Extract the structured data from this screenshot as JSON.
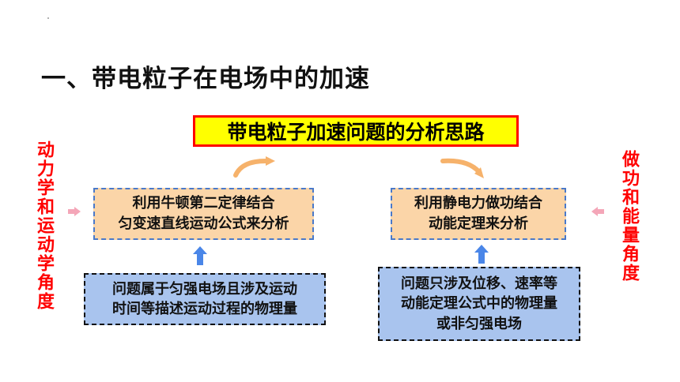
{
  "heading": "一、带电粒子在电场中的加速",
  "title": "带电粒子加速问题的分析思路",
  "left_side_label": "动力学和运动学角度",
  "right_side_label": "做功和能量角度",
  "left_method": {
    "line1": "利用牛顿第二定律结合",
    "line2": "匀变速直线运动公式来分析"
  },
  "right_method": {
    "line1": "利用静电力做功结合",
    "line2": "动能定理来分析"
  },
  "left_condition": {
    "line1": "问题属于匀强电场且涉及运动",
    "line2": "时间等描述运动过程的物理量"
  },
  "right_condition": {
    "line1": "问题只涉及位移、速率等",
    "line2": "动能定理公式中的物理量",
    "line3": "或非匀强电场"
  },
  "colors": {
    "title_fill": "#ffff00",
    "title_border": "#ff0000",
    "method_fill": "#fbd5a8",
    "condition_fill": "#a9c4ee",
    "side_text": "#ff0000",
    "up_arrow": "#4a86e8",
    "side_arrow": "#f4a6b8",
    "curved_arrow": "#f6b26b"
  }
}
